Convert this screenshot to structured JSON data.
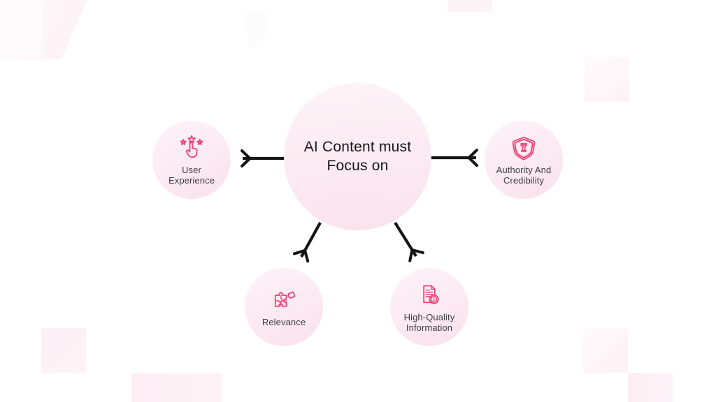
{
  "colors": {
    "accent_pink": "#ee4377",
    "node_fill_top": "#fdf2f7",
    "node_fill_bottom": "#fae3ed",
    "arrow_black": "#151515",
    "title_text": "#161616",
    "label_text": "#3e3e40",
    "background": "#ffffff",
    "decor_pink": "#fdeff5"
  },
  "diagram": {
    "center": {
      "label": "AI Content must Focus on"
    },
    "nodes": [
      {
        "id": "user-experience",
        "label": "User Experience",
        "icon": "hand-tap-stars-rating-icon",
        "position": "left"
      },
      {
        "id": "authority-credibility",
        "label": "Authority And Credibility",
        "icon": "shield-rook-badge-icon",
        "position": "right"
      },
      {
        "id": "relevance",
        "label": "Relevance",
        "icon": "puzzle-pieces-icon",
        "position": "bottom-left"
      },
      {
        "id": "high-quality-information",
        "label": "High-Quality Information",
        "icon": "document-info-badge-icon",
        "position": "bottom-right"
      }
    ],
    "arrows": [
      {
        "from": "center",
        "to": "user-experience",
        "direction": "left"
      },
      {
        "from": "center",
        "to": "authority-credibility",
        "direction": "right"
      },
      {
        "from": "center",
        "to": "relevance",
        "direction": "down-left"
      },
      {
        "from": "center",
        "to": "high-quality-information",
        "direction": "down-right"
      }
    ]
  }
}
